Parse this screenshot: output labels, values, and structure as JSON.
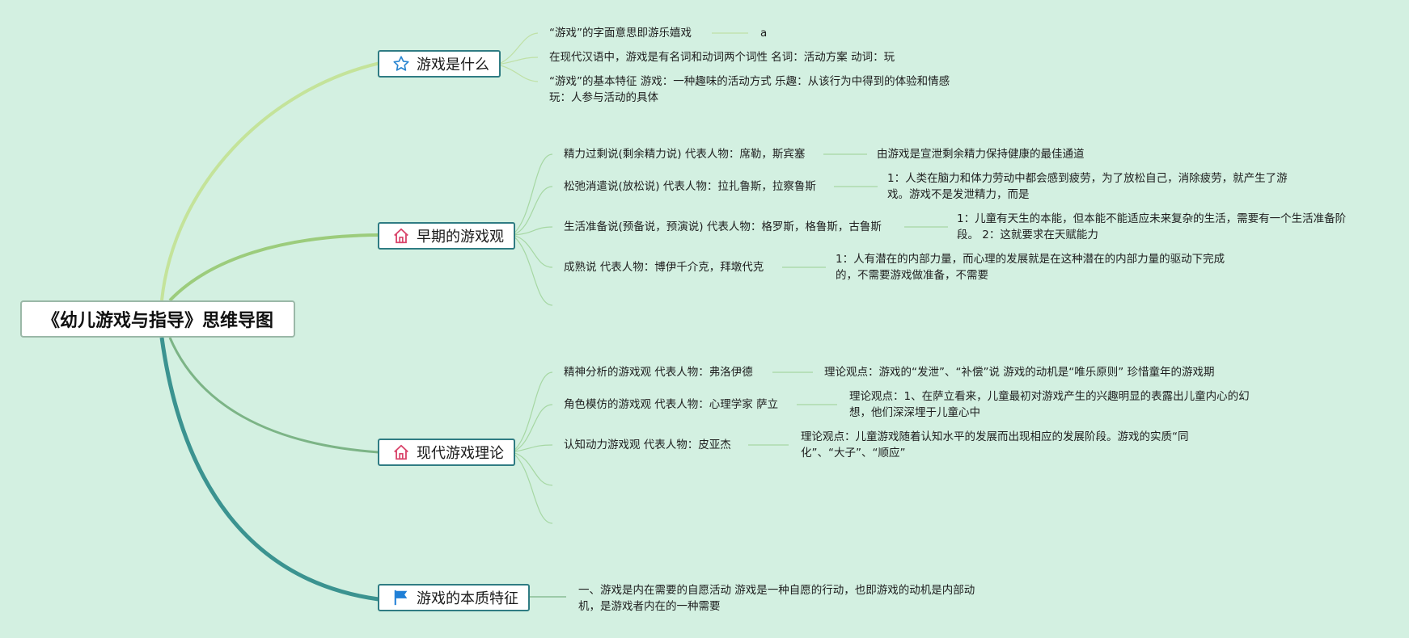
{
  "root": {
    "title": "《幼儿游戏与指导》思维导图"
  },
  "icons": {
    "what": "star-icon",
    "early": "home-icon",
    "modern": "home-icon",
    "essence": "flag-icon"
  },
  "colors": {
    "background": "#d3f0e1",
    "branch_border": "#2f7c83",
    "curve_light": "#c4e39a",
    "curve_mid": "#9ccc7c",
    "curve_green": "#7cb486",
    "curve_teal": "#3b9390",
    "star": "#2a86d1",
    "home": "#d9456b",
    "flag": "#1f7fd6"
  },
  "branches": {
    "what": {
      "label": "游戏是什么",
      "items": [
        {
          "text": "“游戏”的字面意思即游乐嬉戏",
          "note": "a"
        },
        {
          "text": "在现代汉语中，游戏是有名词和动词两个词性 名词：活动方案 动词：玩"
        },
        {
          "text": "“游戏”的基本特征 游戏：一种趣味的活动方式 乐趣：从该行为中得到的体验和情感 玩：人参与活动的具体"
        }
      ]
    },
    "early": {
      "label": "早期的游戏观",
      "items": [
        {
          "text": "精力过剩说(剩余精力说) 代表人物：席勒，斯宾塞",
          "detail": "由游戏是宣泄剩余精力保持健康的最佳通道"
        },
        {
          "text": "松弛消遣说(放松说) 代表人物：拉扎鲁斯，拉察鲁斯",
          "detail": "1：人类在脑力和体力劳动中都会感到疲劳，为了放松自己，消除疲劳，就产生了游戏。游戏不是发泄精力，而是"
        },
        {
          "text": "生活准备说(预备说，预演说) 代表人物：格罗斯，格鲁斯，古鲁斯",
          "detail": "1：儿童有天生的本能，但本能不能适应未来复杂的生活，需要有一个生活准备阶段。 2：这就要求在天赋能力"
        },
        {
          "text": "成熟说 代表人物：博伊千介克，拜墩代克",
          "detail": "1：人有潜在的内部力量，而心理的发展就是在这种潜在的内部力量的驱动下完成的，不需要游戏做准备，不需要"
        }
      ]
    },
    "modern": {
      "label": "现代游戏理论",
      "items": [
        {
          "text": "精神分析的游戏观 代表人物：弗洛伊德",
          "detail": "理论观点：游戏的“发泄”、“补偿”说 游戏的动机是“唯乐原则” 珍惜童年的游戏期"
        },
        {
          "text": "角色模仿的游戏观 代表人物：心理学家 萨立",
          "detail": "理论观点：1、在萨立看来，儿童最初对游戏产生的兴趣明显的表露出儿童内心的幻想，他们深深埋于儿童心中"
        },
        {
          "text": "认知动力游戏观 代表人物：皮亚杰",
          "detail": "理论观点：儿童游戏随着认知水平的发展而出现相应的发展阶段。游戏的实质“同化”、“大子”、“顺应”"
        }
      ]
    },
    "essence": {
      "label": "游戏的本质特征",
      "items": [
        {
          "text": "一、游戏是内在需要的自愿活动 游戏是一种自愿的行动，也即游戏的动机是内部动机，是游戏者内在的一种需要"
        }
      ]
    }
  }
}
